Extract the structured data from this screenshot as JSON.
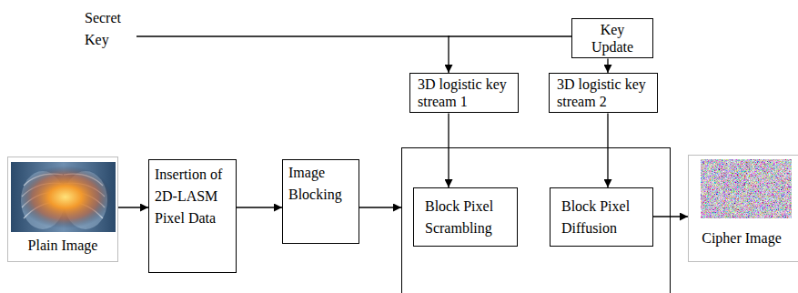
{
  "diagram": {
    "nodes": [
      {
        "text": [
          "Key Update"
        ]
      },
      {
        "text": [
          "3D logistic key stream 1"
        ]
      },
      {
        "text": [
          "3D logistic key stream 2"
        ]
      },
      {
        "text": [
          "Plain Image"
        ]
      },
      {
        "text": [
          "Insertion of 2D-LASM Pixel Data"
        ]
      },
      {
        "text": [
          "Image Blocking"
        ]
      },
      {
        "text": []
      },
      {
        "text": [
          "Block Pixel Scrambling"
        ],
        "in": 6
      },
      {
        "text": [
          "Block Pixel Diffusion"
        ],
        "in": 6
      },
      {
        "text": [
          "Cipher Image"
        ]
      }
    ],
    "edges": [
      {
        "from": 3,
        "to": 4,
        "arrow": "to"
      },
      {
        "from": 4,
        "to": 5,
        "arrow": "to"
      },
      {
        "from": 5,
        "to": 6,
        "arrow": "to"
      },
      {
        "from": 0,
        "to": 1,
        "arrow": "to"
      },
      {
        "from": 0,
        "to": 2,
        "arrow": "to"
      },
      {
        "from": 1,
        "to": 7,
        "arrow": "to"
      },
      {
        "from": 2,
        "to": 8,
        "arrow": "to"
      },
      {
        "from": 8,
        "to": 9,
        "arrow": "to"
      }
    ],
    "labels": [
      "Secret Key"
    ]
  }
}
